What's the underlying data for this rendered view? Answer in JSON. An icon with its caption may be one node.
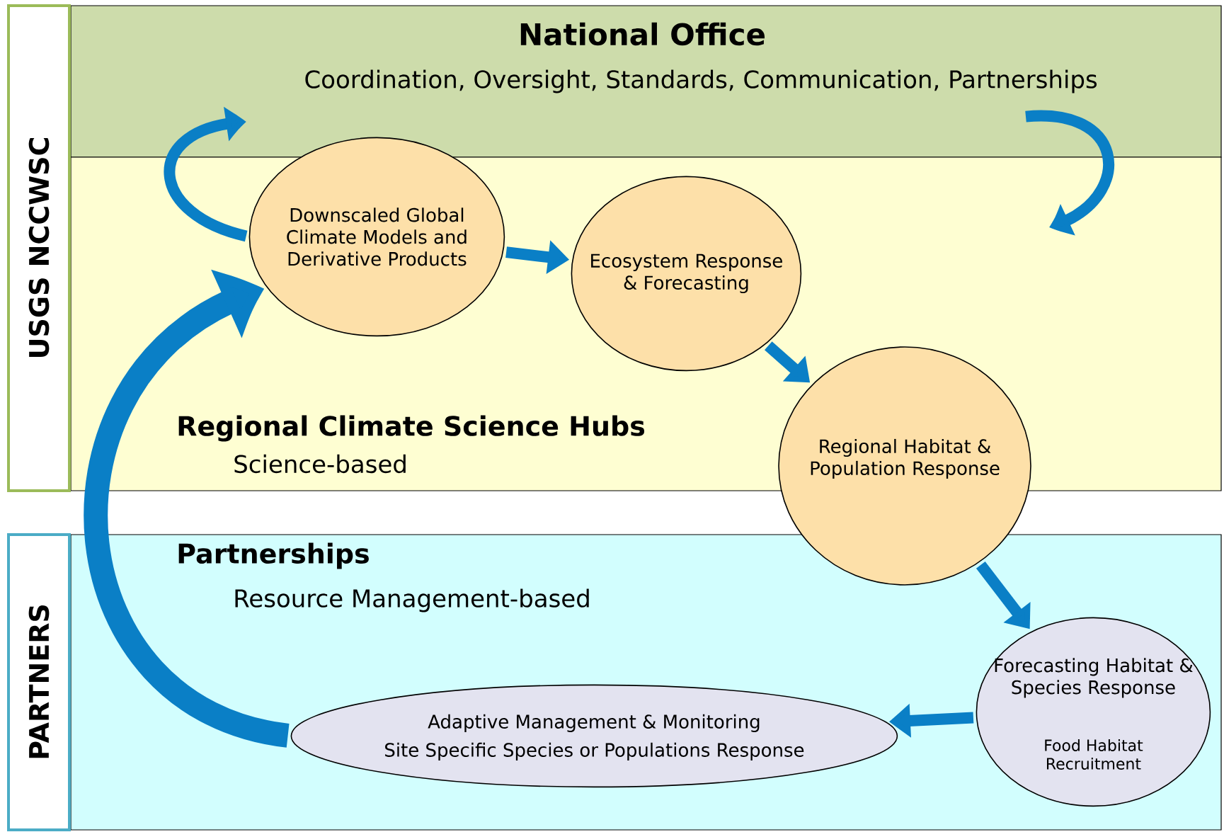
{
  "diagram": {
    "nodes": [
      {
        "text": [
          "National Office",
          "Coordination, Oversight, Standards, Communication, Partnerships"
        ]
      },
      {
        "text": [
          "Regional Climate Science Hubs",
          "Science-based"
        ]
      },
      {
        "text": [
          "Partnerships",
          "Resource Management-based"
        ]
      },
      {
        "text": [
          "USGS NCCWSC"
        ]
      },
      {
        "text": [
          "PARTNERS"
        ]
      },
      {
        "text": [
          "Downscaled Global Climate Models and Derivative Products"
        ],
        "in": 1
      },
      {
        "text": [
          "Ecosystem Response & Forecasting"
        ],
        "in": 1
      },
      {
        "text": [
          "Regional Habitat & Population Response"
        ]
      },
      {
        "text": [
          "Forecasting Habitat & Species Response",
          "Food Habitat Recruitment"
        ],
        "in": 2
      },
      {
        "text": [
          "Adaptive Management & Monitoring",
          "Site Specific Species or Populations Response"
        ],
        "in": 2
      }
    ],
    "edges": [
      {
        "from": 5,
        "to": 0,
        "arrow": "to"
      },
      {
        "from": 0,
        "to": 1,
        "arrow": "to"
      },
      {
        "from": 5,
        "to": 6,
        "arrow": "to"
      },
      {
        "from": 6,
        "to": 7,
        "arrow": "to"
      },
      {
        "from": 7,
        "to": 8,
        "arrow": "to"
      },
      {
        "from": 8,
        "to": 9,
        "arrow": "to"
      },
      {
        "from": 9,
        "to": 5,
        "arrow": "to",
        "style": "thick"
      }
    ]
  }
}
